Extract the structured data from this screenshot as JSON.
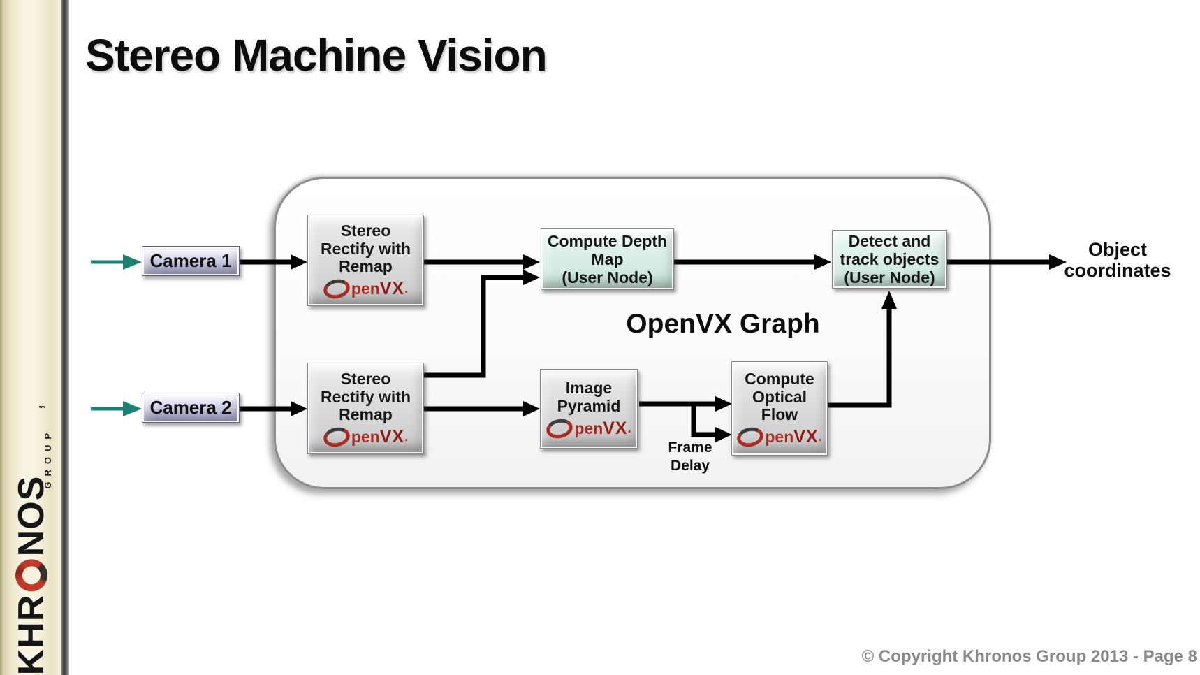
{
  "slide": {
    "title": "Stereo Machine Vision",
    "footer": "© Copyright Khronos Group 2013 - Page 8"
  },
  "sidebar": {
    "brand": "KHRONOS",
    "brand_prefix": "KHR",
    "brand_suffix": "NOS",
    "brand_sub": "GROUP",
    "trademark": "™"
  },
  "diagram": {
    "graph_label": "OpenVX Graph",
    "cameras": [
      {
        "label": "Camera 1"
      },
      {
        "label": "Camera 2"
      }
    ],
    "output": {
      "line1": "Object",
      "line2": "coordinates"
    },
    "frame_delay": {
      "line1": "Frame",
      "line2": "Delay"
    },
    "openvx_logo": {
      "pen": "pen",
      "vx": "VX",
      "dot": "."
    },
    "nodes": {
      "stereo1": {
        "lines": [
          "Stereo",
          "Rectify with",
          "Remap"
        ]
      },
      "stereo2": {
        "lines": [
          "Stereo",
          "Rectify with",
          "Remap"
        ]
      },
      "depth": {
        "lines": [
          "Compute Depth",
          "Map",
          "(User Node)"
        ]
      },
      "pyramid": {
        "lines": [
          "Image",
          "Pyramid"
        ]
      },
      "optflow": {
        "lines": [
          "Compute",
          "Optical",
          "Flow"
        ]
      },
      "detect": {
        "lines": [
          "Detect and",
          "track objects",
          "(User Node)"
        ]
      }
    },
    "colors": {
      "accent_teal": "#1b8170",
      "khronos_red": "#b5312a",
      "node_gray": "#d4d4d4",
      "node_mint": "#cfe9df",
      "camera_lavender": "#c9c9e8",
      "wire_black": "#000000"
    }
  }
}
